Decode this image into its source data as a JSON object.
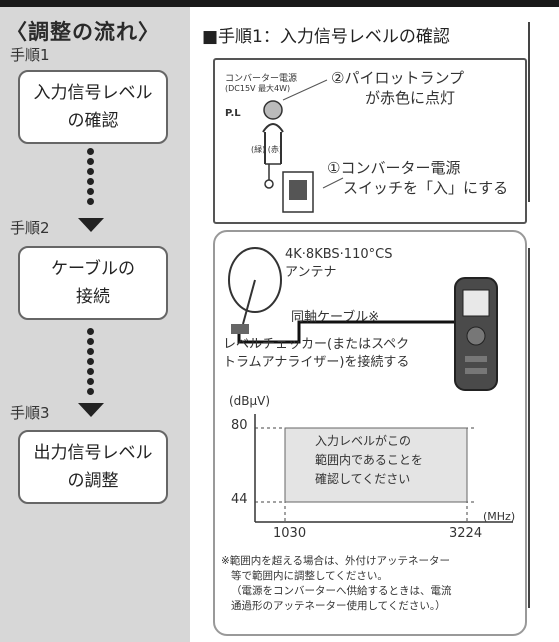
{
  "flow_title": "〈調整の流れ〉",
  "steps": [
    {
      "label": "手順1",
      "box_lines": [
        "入力信号レベル",
        "の確認"
      ]
    },
    {
      "label": "手順2",
      "box_lines": [
        "ケーブルの",
        "接続"
      ]
    },
    {
      "label": "手順3",
      "box_lines": [
        "出力信号レベル",
        "の調整"
      ]
    }
  ],
  "step1": {
    "title": "■手順1：入力信号レベルの確認",
    "converter_label_line1": "コンバーター電源",
    "converter_label_line2": "(DC15V 最大4W)",
    "pl_label": "P.L",
    "wire_labels": "(緑) (赤)",
    "annotation2_line1": "②パイロットランプ",
    "annotation2_line2": "が赤色に点灯",
    "annotation1_line1": "①コンバーター電源",
    "annotation1_line2": "スイッチを「入」にする"
  },
  "step2_panel": {
    "antenna_label_line1": "4K·8KBS·110°CS",
    "antenna_label_line2": "アンテナ",
    "cable_label": "同軸ケーブル※",
    "checker_text_line1": "レベルチェッカー(またはスペク",
    "checker_text_line2": "トラムアナライザー)を接続する",
    "chart": {
      "y_unit": "(dBμV)",
      "x_unit": "(MHz)",
      "y_ticks": [
        "80",
        "44"
      ],
      "x_ticks": [
        "1030",
        "3224"
      ],
      "region_text": [
        "入力レベルがこの",
        "範囲内であることを",
        "確認してください"
      ]
    },
    "note_line1": "※範囲内を超える場合は、外付けアッテネーター",
    "note_line2": "等で範囲内に調整してください。",
    "note_line3": "（電源をコンバーターへ供給するときは、電流",
    "note_line4": "通過形のアッテネーター使用してください。）"
  },
  "colors": {
    "left_panel_bg": "#d7d7d7",
    "top_bar": "#1a1a1a",
    "step_box_border": "#666666",
    "chart_region_fill": "#e4e4e4"
  }
}
